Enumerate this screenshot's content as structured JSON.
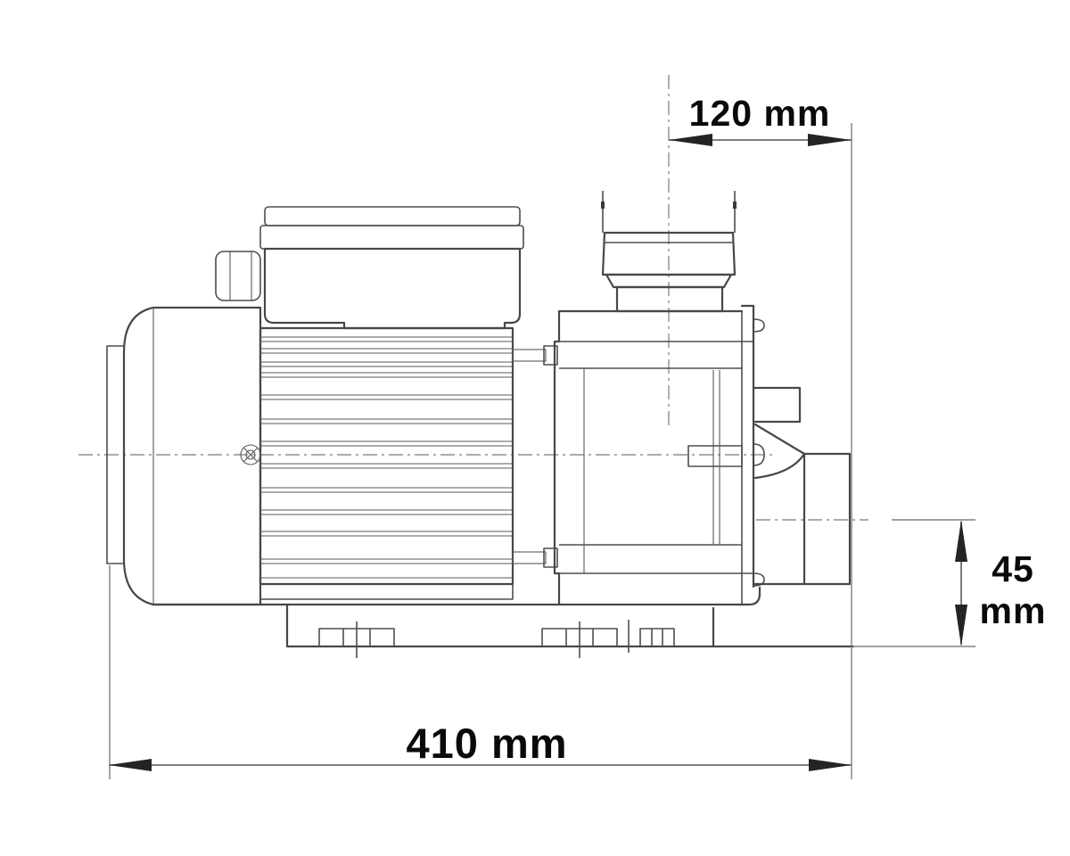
{
  "drawing": {
    "dimensions": {
      "top_width": {
        "value": "120",
        "unit": "mm",
        "label": "120 mm"
      },
      "right_height": {
        "value": "45",
        "unit": "mm"
      },
      "bottom_length": {
        "value": "410",
        "unit": "mm",
        "label": "410 mm"
      }
    },
    "colors": {
      "background": "#ffffff",
      "line": "#474747",
      "centerline": "#8f8f8f",
      "dimension_line": "#6b6b6b",
      "arrow": "#242424",
      "text": "#0a0a0a"
    }
  }
}
